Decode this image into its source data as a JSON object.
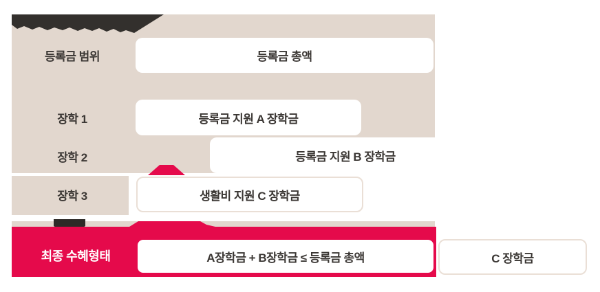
{
  "palette": {
    "beige": "#e2d7ce",
    "red": "#e50a4b",
    "dark": "#33302d",
    "text_dark": "#3b3734",
    "white": "#ffffff",
    "outline": "#eadfd6"
  },
  "rows": [
    {
      "label": "등록금 범위",
      "box": "등록금 총액"
    },
    {
      "label": "장학 1",
      "box": "등록금 지원 A 장학금"
    },
    {
      "label": "장학 2",
      "box": "등록금 지원 B 장학금"
    },
    {
      "label": "장학 3",
      "box": "생활비 지원 C 장학금"
    }
  ],
  "final": {
    "label": "최종 수혜형태",
    "formula": "A장학금 + B장학금 ≤ 등록금 총액",
    "side_box": "C 장학금"
  },
  "icons": {
    "torn_edge": "torn-paper-edge",
    "down_arrow": "down-arrow",
    "up_marker": "up-arrow-marker"
  }
}
